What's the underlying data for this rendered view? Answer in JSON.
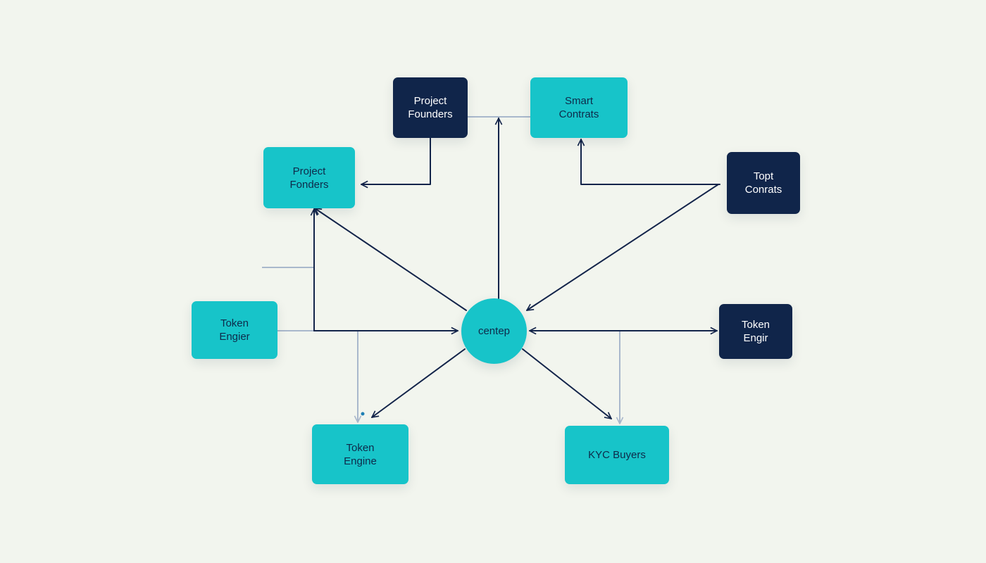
{
  "colors": {
    "background": "#f2f5ee",
    "teal_node": "#17c4c9",
    "navy_node": "#10254a",
    "arrow": "#13244a",
    "connector": "#a9b8cc"
  },
  "nodes": {
    "founders_top": {
      "label": "Project\nFounders",
      "style": "navy"
    },
    "smart": {
      "label": "Smart\nContrats",
      "style": "teal"
    },
    "founders_left": {
      "label": "Project\nFonders",
      "style": "teal"
    },
    "topt": {
      "label": "Topt\nConrats",
      "style": "navy"
    },
    "token_left": {
      "label": "Token\nEngier",
      "style": "teal"
    },
    "center": {
      "label": "centep",
      "style": "teal"
    },
    "token_right": {
      "label": "Token\nEngir",
      "style": "navy"
    },
    "token_bottom": {
      "label": "Token\nEngine",
      "style": "teal"
    },
    "kyc": {
      "label": "KYC Buyers",
      "style": "teal"
    }
  }
}
